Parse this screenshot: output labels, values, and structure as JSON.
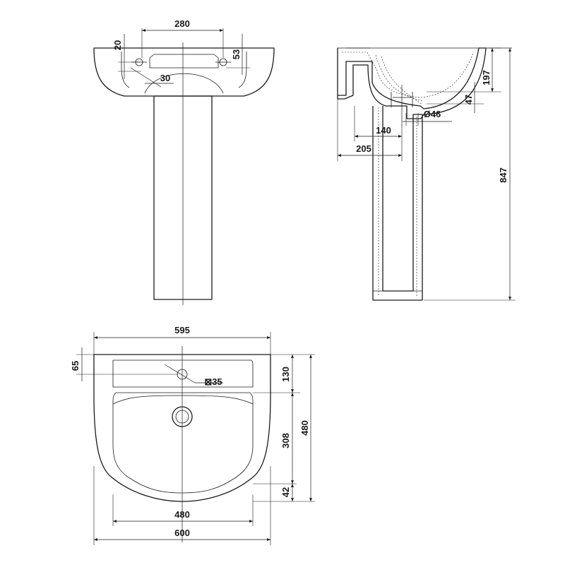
{
  "dimensions": {
    "front": {
      "tap_spacing": "280",
      "tap_offset": "20",
      "hole_depth": "53",
      "hole_dia_side": "30"
    },
    "side": {
      "bowl_depth": "197",
      "outlet_height": "47",
      "waste_dia": "Ø46",
      "waste_offset": "140",
      "pedestal_offset": "205",
      "total_height": "847"
    },
    "top": {
      "outer_width": "595",
      "rear_offset": "65",
      "tap_hole": "⊠35",
      "deck_depth": "130",
      "total_depth": "480",
      "bowl_depth": "308",
      "front_lip": "42",
      "bowl_width": "480",
      "overall_width": "600"
    }
  }
}
